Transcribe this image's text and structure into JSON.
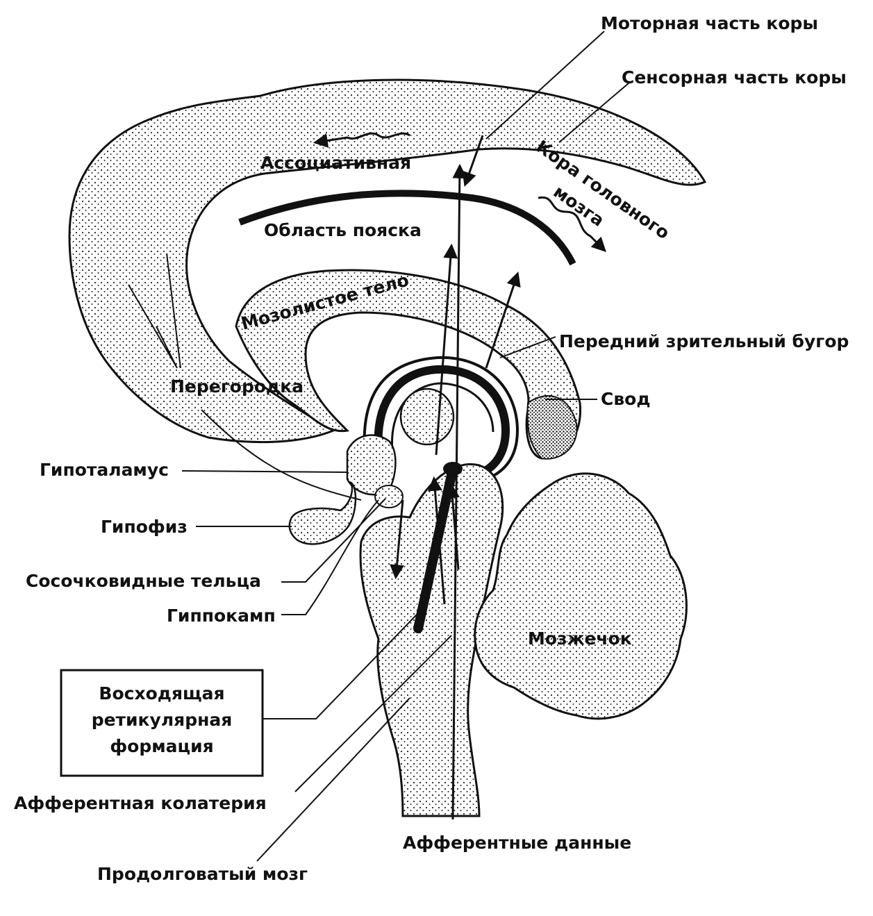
{
  "labels": {
    "motor_cortex": "Моторная часть коры",
    "sensory_cortex": "Сенсорная часть коры",
    "associative": "Ассоциативная",
    "cortex_line1": "Кора головного",
    "cortex_line2": "мозга",
    "cingulate": "Область пояска",
    "corpus_callosum": "Мозолистое тело",
    "anterior_thalamus": "Передний зрительный бугор",
    "fornix": "Свод",
    "septum": "Перегородка",
    "hypothalamus": "Гипоталамус",
    "pituitary": "Гипофиз",
    "mammillary": "Сосочковидные тельца",
    "hippocampus": "Гиппокамп",
    "cerebellum": "Мозжечок",
    "arf_line1": "Восходящая",
    "arf_line2": "ретикулярная",
    "arf_line3": "формация",
    "afferent_collateral": "Афферентная колатерия",
    "afferent_data": "Афферентные данные",
    "medulla": "Продолговатый мозг"
  },
  "style": {
    "ink": "#111111",
    "background": "#ffffff"
  }
}
